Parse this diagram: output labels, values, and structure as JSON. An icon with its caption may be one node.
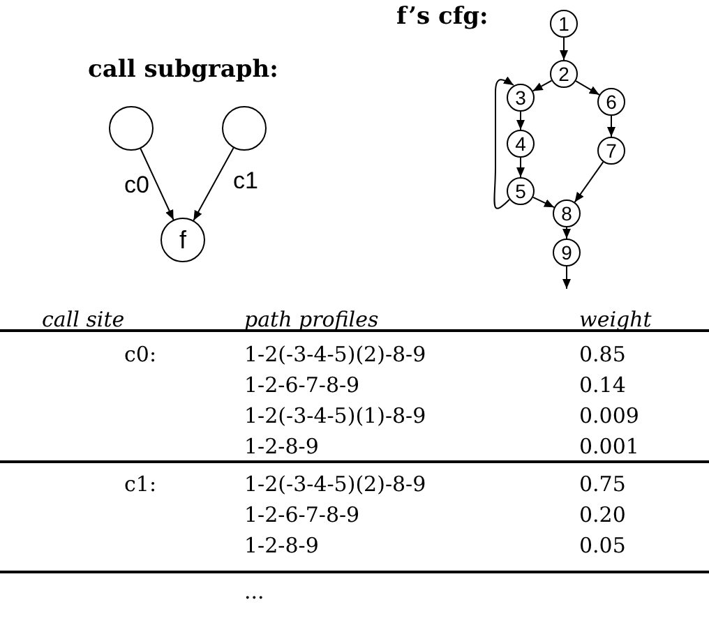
{
  "diagram": {
    "nodes": [
      {
        "text": [],
        "shape": "circle"
      },
      {
        "text": [],
        "shape": "circle"
      },
      {
        "text": [
          "f"
        ]
      },
      {
        "text": [
          "1"
        ]
      },
      {
        "text": [
          "2"
        ]
      },
      {
        "text": [
          "3"
        ]
      },
      {
        "text": [
          "4"
        ]
      },
      {
        "text": [
          "5"
        ]
      },
      {
        "text": [
          "6"
        ]
      },
      {
        "text": [
          "7"
        ]
      },
      {
        "text": [
          "8"
        ]
      },
      {
        "text": [
          "9"
        ]
      }
    ],
    "edges": [
      {
        "from": 0,
        "to": 2,
        "arrow": "to",
        "label": "c0"
      },
      {
        "from": 1,
        "to": 2,
        "arrow": "to",
        "label": "c1"
      },
      {
        "from": 3,
        "to": 4,
        "arrow": "to"
      },
      {
        "from": 4,
        "to": 5,
        "arrow": "to"
      },
      {
        "from": 4,
        "to": 8,
        "arrow": "to"
      },
      {
        "from": 5,
        "to": 6,
        "arrow": "to"
      },
      {
        "from": 6,
        "to": 7,
        "arrow": "to"
      },
      {
        "from": 7,
        "to": 5,
        "arrow": "to"
      },
      {
        "from": 7,
        "to": 10,
        "arrow": "to"
      },
      {
        "from": 8,
        "to": 9,
        "arrow": "to"
      },
      {
        "from": 9,
        "to": 10,
        "arrow": "to"
      },
      {
        "from": 10,
        "to": 11,
        "arrow": "to"
      },
      {
        "from": 11,
        "to": null,
        "arrow": "to"
      }
    ],
    "labels": [
      "call subgraph:",
      "f’s cfg:",
      "call site",
      "path profiles",
      "weight",
      "c0:",
      "1-2(-3-4-5)(2)-8-9",
      "0.85",
      "1-2-6-7-8-9",
      "0.14",
      "1-2(-3-4-5)(1)-8-9",
      "0.009",
      "1-2-8-9",
      "0.001",
      "c1:",
      "1-2(-3-4-5)(2)-8-9",
      "0.75",
      "1-2-6-7-8-9",
      "0.20",
      "1-2-8-9",
      "0.05",
      "..."
    ]
  }
}
